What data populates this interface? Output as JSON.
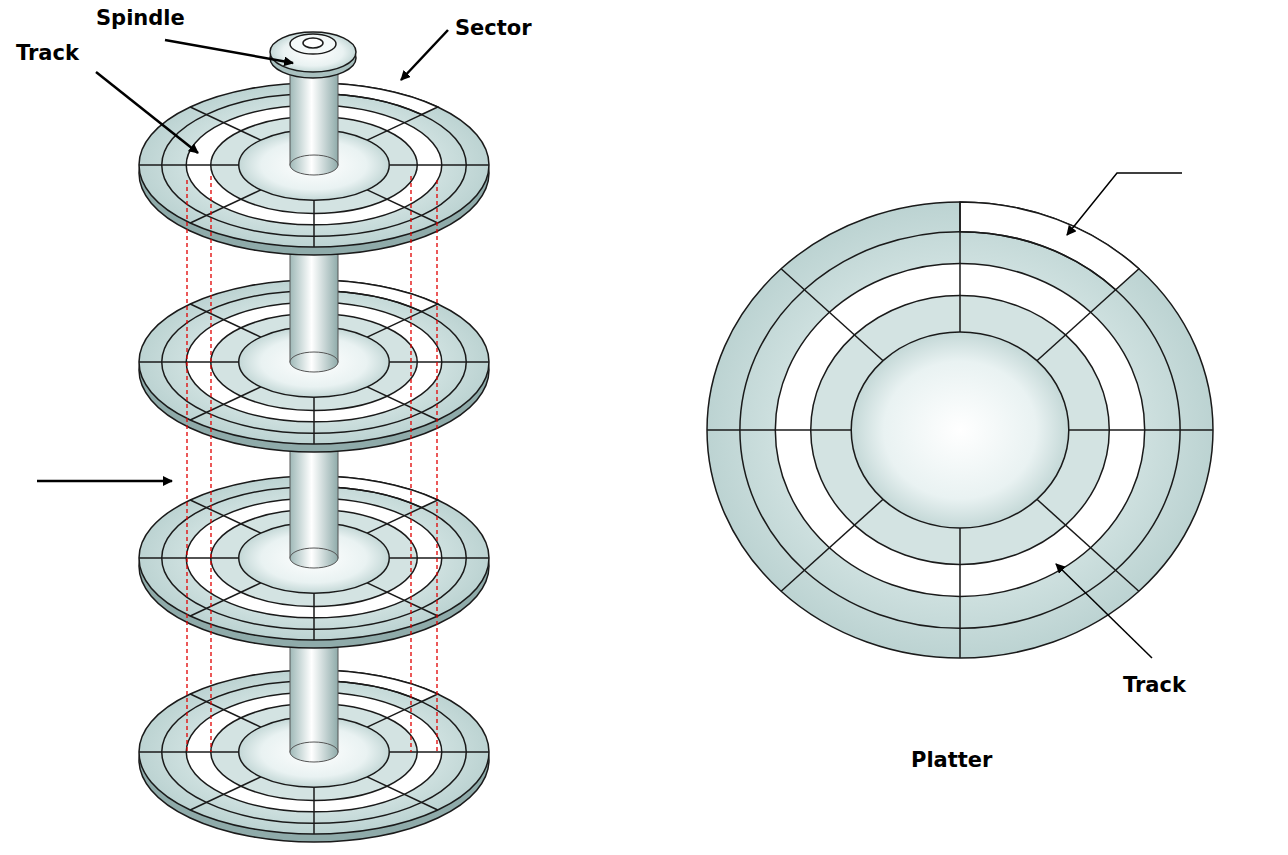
{
  "diagram": {
    "labels": [
      "Spindle",
      "Sector",
      "Track",
      "Track",
      "Platter"
    ]
  }
}
